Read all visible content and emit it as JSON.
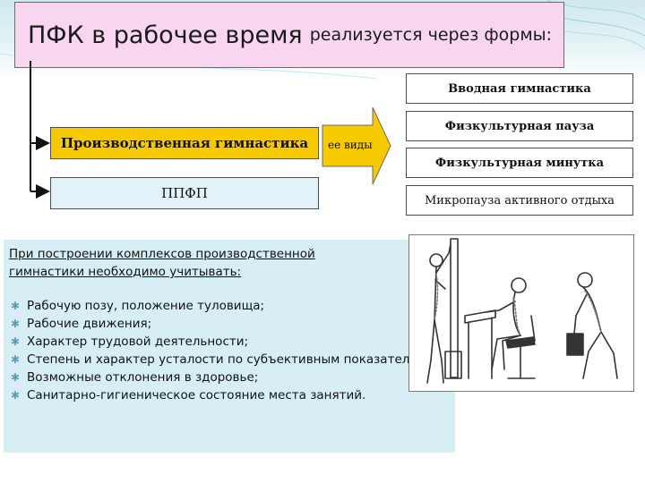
{
  "header": {
    "title_main": "ПФК в рабочее время",
    "title_sub": "реализуется через формы:"
  },
  "left_forms": {
    "production": "Производственная гимнастика",
    "ppfp": "ППФП"
  },
  "arrow": {
    "label": "ее виды"
  },
  "types": [
    "Вводная гимнастика",
    "Физкультурная пауза",
    "Физкультурная минутка",
    "Микропауза активного отдыха"
  ],
  "considerations": {
    "heading": "При построении комплексов производственной гимнастики необходимо учитывать:",
    "items": [
      "Рабочую позу, положение туловища;",
      "Рабочие движения;",
      "Характер трудовой деятельности;",
      "Степень и характер усталости по субъективным показателям;",
      "Возможные отклонения в здоровье;",
      "Санитарно-гигиеническое состояние места занятий."
    ]
  },
  "colors": {
    "title_fill": "#f9d6f0",
    "production_fill": "#f7c900",
    "ppfp_fill": "#e2f2f8",
    "arrow_fill": "#f7c900",
    "text_panel_fill": "#d7eef5",
    "bullet": "#5aa0b2"
  },
  "icons": {
    "bullet": "asterisk-bullet-icon"
  }
}
